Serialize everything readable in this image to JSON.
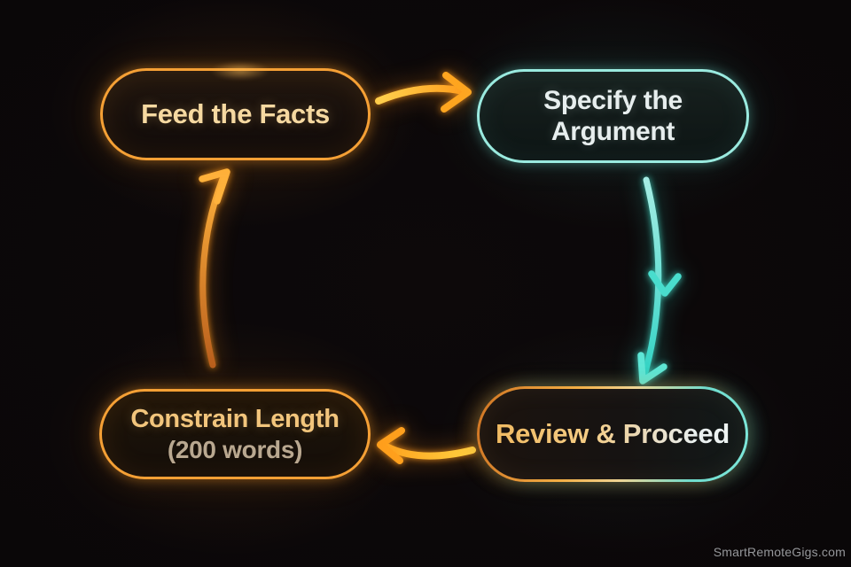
{
  "diagram": {
    "type": "cycle-flowchart",
    "nodes": [
      {
        "id": "feed-the-facts",
        "lines": [
          "Feed the Facts"
        ],
        "accent": "orange"
      },
      {
        "id": "specify-the-argument",
        "lines": [
          "Specify the",
          "Argument"
        ],
        "accent": "teal"
      },
      {
        "id": "review-and-proceed",
        "lines": [
          "Review & Proceed"
        ],
        "accent": "orange-to-teal"
      },
      {
        "id": "constrain-length",
        "lines": [
          "Constrain Length",
          "(200 words)"
        ],
        "accent": "orange"
      }
    ],
    "arrows": [
      {
        "from": "feed-the-facts",
        "to": "specify-the-argument",
        "color": "orange"
      },
      {
        "from": "specify-the-argument",
        "to": "review-and-proceed",
        "color": "teal"
      },
      {
        "from": "review-and-proceed",
        "to": "constrain-length",
        "color": "orange"
      },
      {
        "from": "constrain-length",
        "to": "feed-the-facts",
        "color": "orange"
      }
    ],
    "colors": {
      "orange_border": "#f5a035",
      "teal_border": "#9aeadf",
      "amber_text": "#f6d9a1",
      "white_text": "#e7eeee",
      "muted_text": "#b9a890",
      "background": "#0a0708"
    }
  },
  "footer": {
    "watermark": "SmartRemoteGigs.com"
  }
}
